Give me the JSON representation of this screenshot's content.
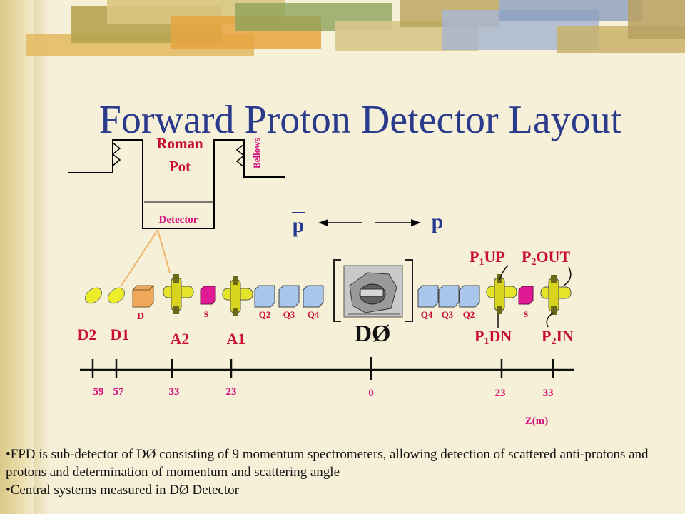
{
  "title": "Forward Proton Detector Layout",
  "roman_pot": {
    "label_line1": "Roman",
    "label_line2": "Pot",
    "bellows": "Bellows",
    "detector": "Detector"
  },
  "beams": {
    "antiproton": "p",
    "proton": "p"
  },
  "components": {
    "dipole": "D",
    "separator_left": "S",
    "separator_right": "S",
    "quads_left": [
      "Q2",
      "Q3",
      "Q4"
    ],
    "quads_right": [
      "Q4",
      "Q3",
      "Q2"
    ],
    "d0": "DØ"
  },
  "stations": {
    "d2": "D2",
    "d1": "D1",
    "a2": "A2",
    "a1": "A1",
    "p1dn_main": "P",
    "p1dn_sub": "1",
    "p1dn_tail": "DN",
    "p2in_main": "P",
    "p2in_sub": "2",
    "p2in_tail": "IN",
    "p1up_main": "P",
    "p1up_sub": "1",
    "p1up_tail": "UP",
    "p2out_main": "P",
    "p2out_sub": "2",
    "p2out_tail": "OUT"
  },
  "axis": {
    "ticks": [
      "59",
      "57",
      "33",
      "23",
      "0",
      "23",
      "33"
    ],
    "label": "Z(m)"
  },
  "notes": [
    "•FPD is sub-detector of DØ consisting of 9 momentum spectrometers, allowing detection of scattered anti-protons and protons and determination of momentum and scattering angle",
    "•Central systems measured in DØ Detector"
  ],
  "colors": {
    "title": "#2a3b8c",
    "labels": "#c8102e",
    "small_labels": "#d4117c",
    "quads": "#a9c6ec",
    "dipole": "#f0a95a",
    "separators": "#e01a94",
    "pots": "#ecec2a"
  }
}
